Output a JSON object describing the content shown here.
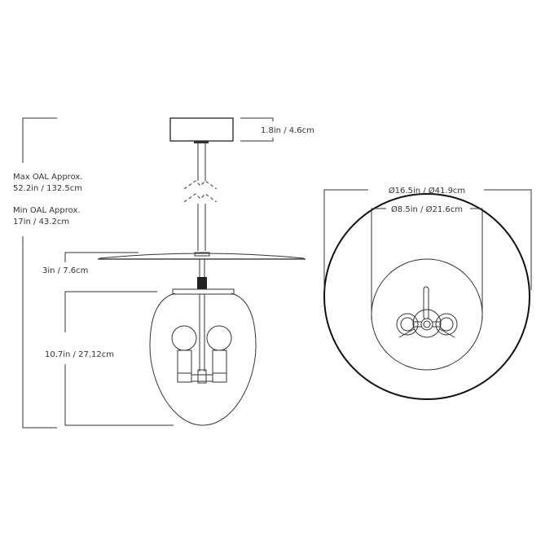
{
  "side_view": {
    "max_oal_label": "Max OAL Approx.",
    "max_oal_value": "52.2in / 132.5cm",
    "min_oal_label": "Min OAL Approx.",
    "min_oal_value": "17in / 43.2cm",
    "canopy_height": "1.8in  / 4.6cm",
    "shade_offset": "3in / 7.6cm",
    "glass_height": "10.7in / 27.12cm"
  },
  "bottom_view": {
    "outer_diameter": "Ø16.5in / Ø41.9cm",
    "inner_diameter": "Ø8.5in / Ø21.6cm"
  }
}
